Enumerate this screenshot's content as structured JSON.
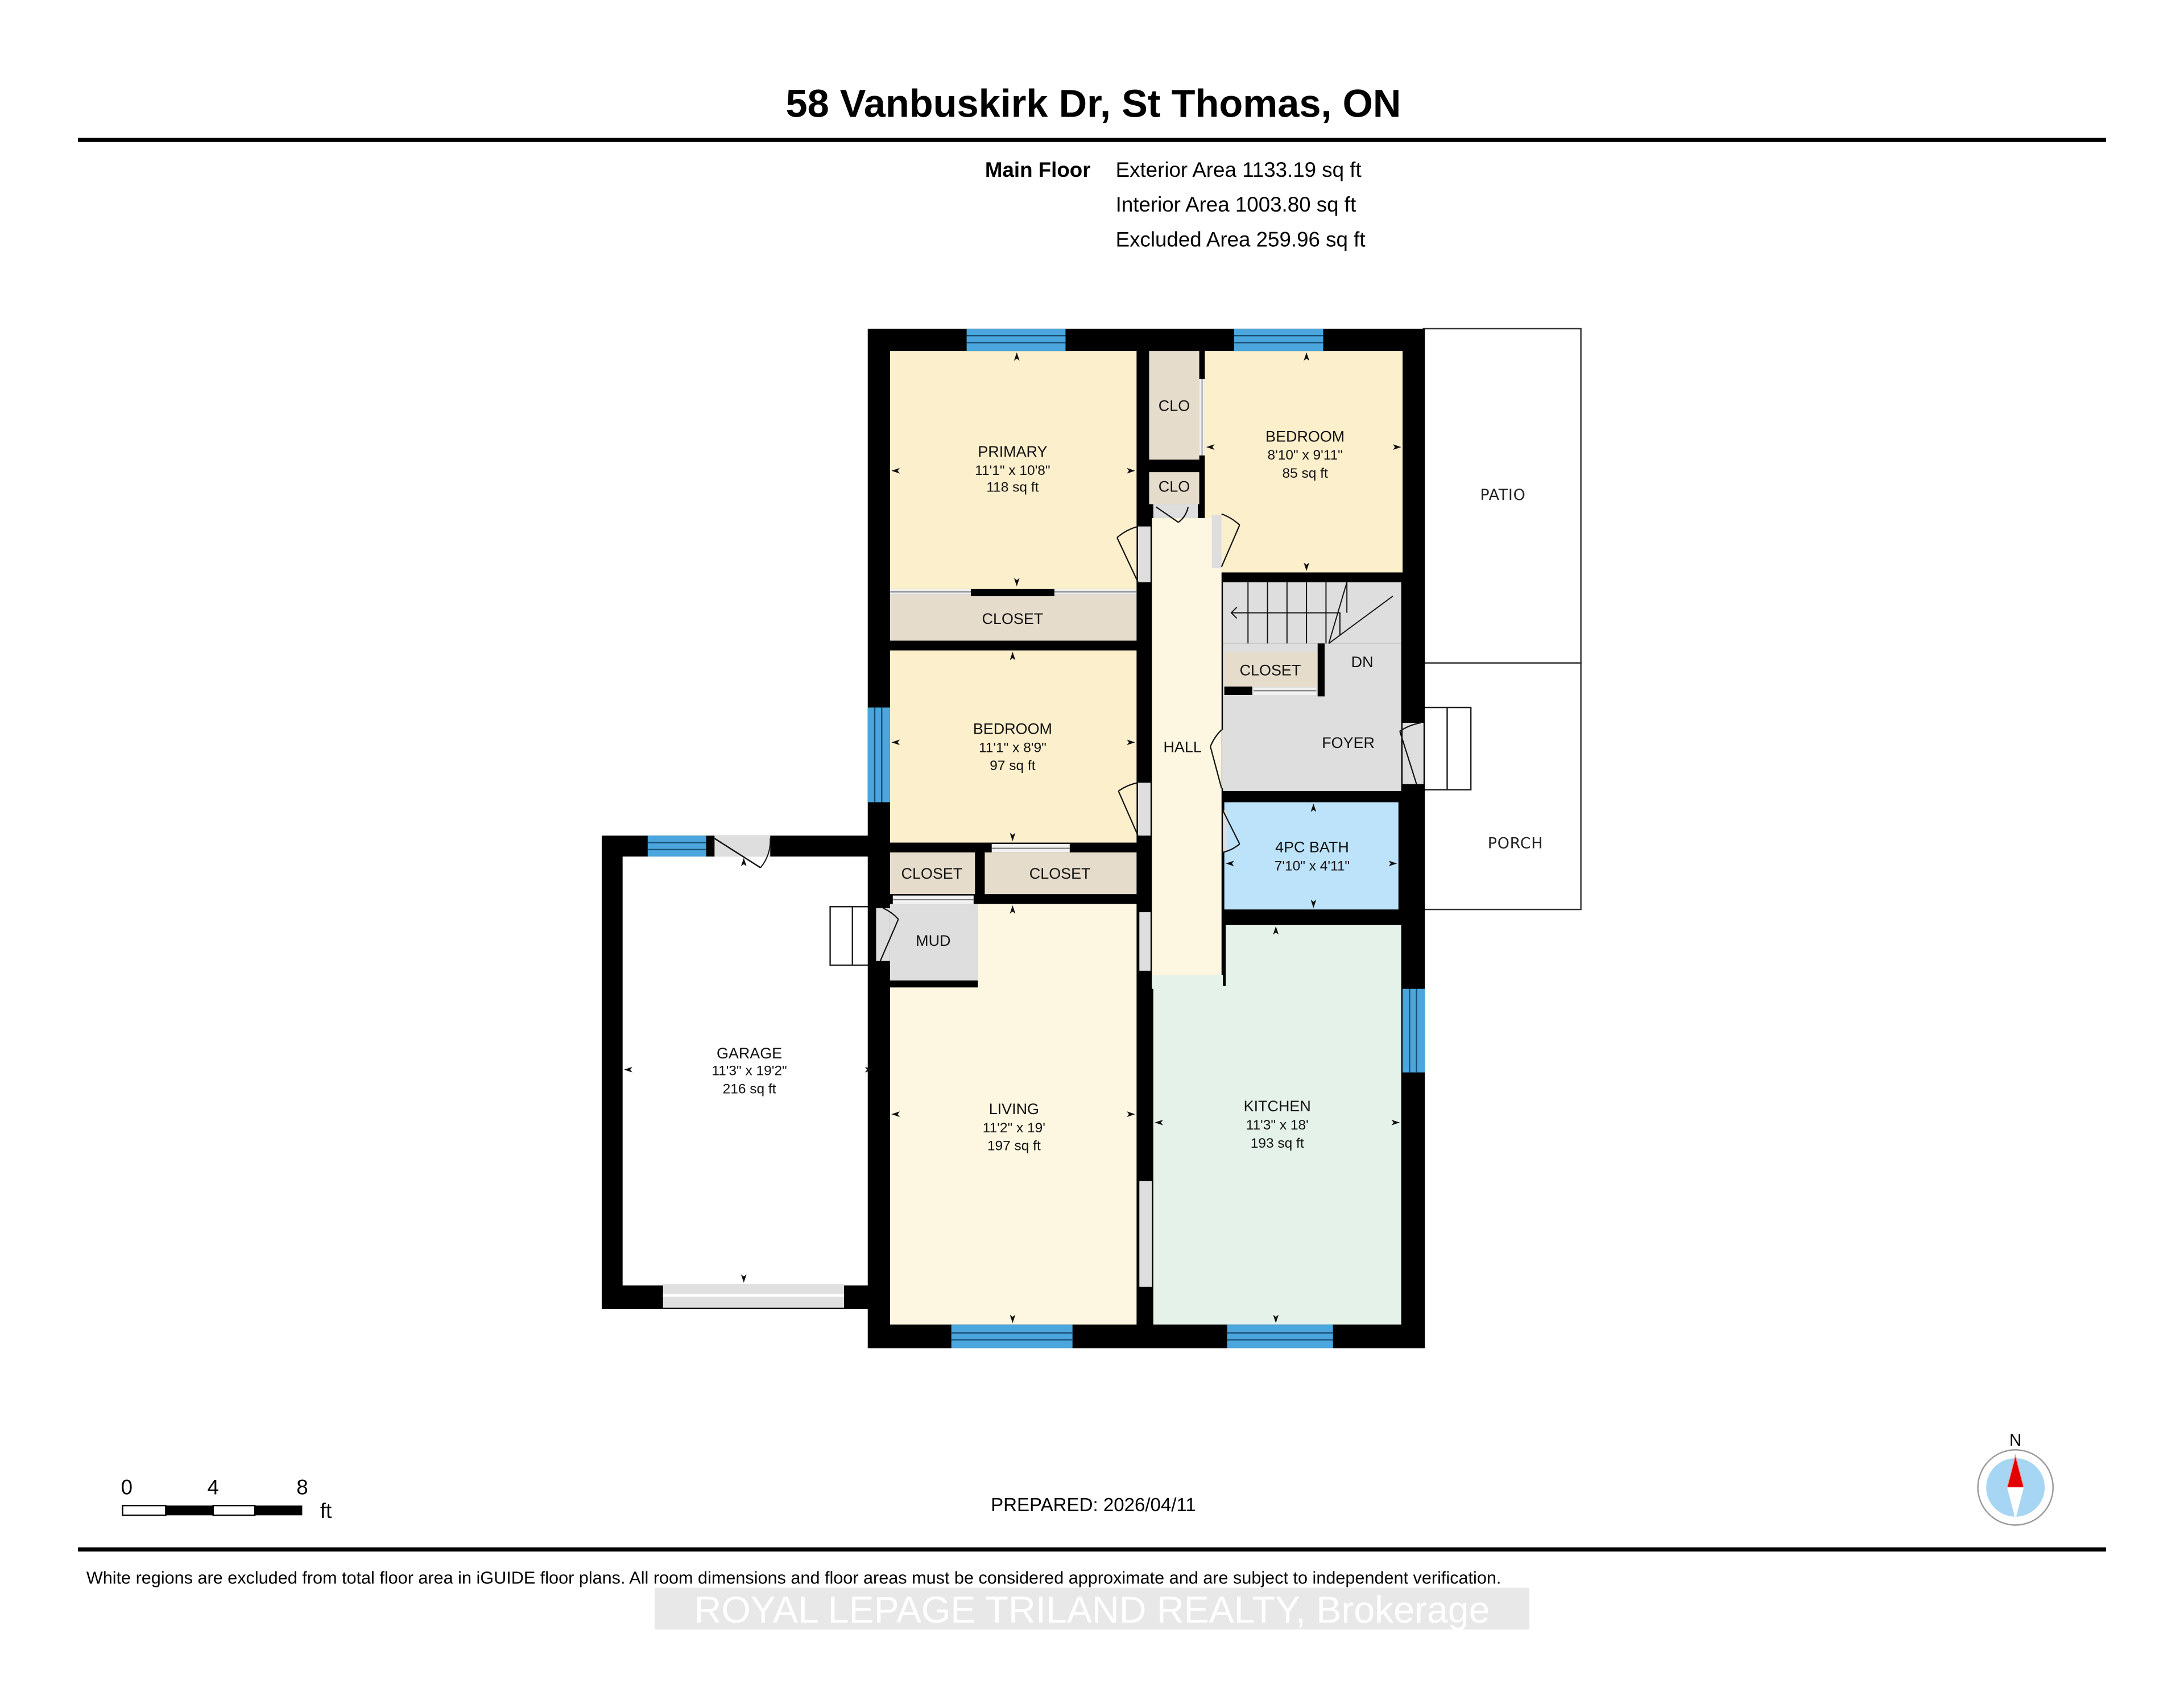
{
  "header": {
    "title": "58 Vanbuskirk Dr, St Thomas, ON",
    "floor_label": "Main Floor",
    "areas": [
      "Exterior Area 1133.19 sq ft",
      "Interior Area 1003.80 sq ft",
      "Excluded Area 259.96 sq ft"
    ]
  },
  "rooms": {
    "primary": {
      "name": "PRIMARY",
      "dims": "11'1\" x 10'8\"",
      "area": "118 sq ft"
    },
    "bedroom_ne": {
      "name": "BEDROOM",
      "dims": "8'10\" x 9'11\"",
      "area": "85 sq ft"
    },
    "bedroom_w": {
      "name": "BEDROOM",
      "dims": "11'1\" x 8'9\"",
      "area": "97 sq ft"
    },
    "bath": {
      "name": "4PC BATH",
      "dims": "7'10\" x 4'11\""
    },
    "garage": {
      "name": "GARAGE",
      "dims": "11'3\" x 19'2\"",
      "area": "216 sq ft"
    },
    "living": {
      "name": "LIVING",
      "dims": "11'2\" x 19'",
      "area": "197 sq ft"
    },
    "kitchen": {
      "name": "KITCHEN",
      "dims": "11'3\" x 18'",
      "area": "193 sq ft"
    },
    "clo_upper": "CLO",
    "clo_lower": "CLO",
    "closet_primary": "CLOSET",
    "closet_foyer": "CLOSET",
    "closet_mud": "CLOSET",
    "closet_bed": "CLOSET",
    "hall": "HALL",
    "foyer": "FOYER",
    "stairs_dn": "DN",
    "mud": "MUD",
    "patio": "PATIO",
    "porch": "PORCH"
  },
  "colors": {
    "bedroom_fill": "#fcefcc",
    "closet_fill": "#e6dccb",
    "hall_fill": "#fdf7e1",
    "living_fill": "#fdf7e1",
    "utility_fill": "#dedede",
    "bath_fill": "#bde3fb",
    "kitchen_fill": "#e5f2ea",
    "window_blue": "#4aa6dc",
    "wall": "#000000",
    "compass_red": "#e00000",
    "compass_blue": "#a6d6f4"
  },
  "scale_bar": {
    "ticks": [
      "0",
      "4",
      "8"
    ],
    "unit": "ft"
  },
  "compass": {
    "label": "N"
  },
  "footer": {
    "prepared": "PREPARED: 2026/04/11",
    "disclaimer": "White regions are excluded from total floor area in iGUIDE floor plans. All room dimensions and floor areas must be considered approximate and are subject to independent verification.",
    "watermark": "ROYAL LEPAGE TRILAND REALTY, Brokerage"
  }
}
